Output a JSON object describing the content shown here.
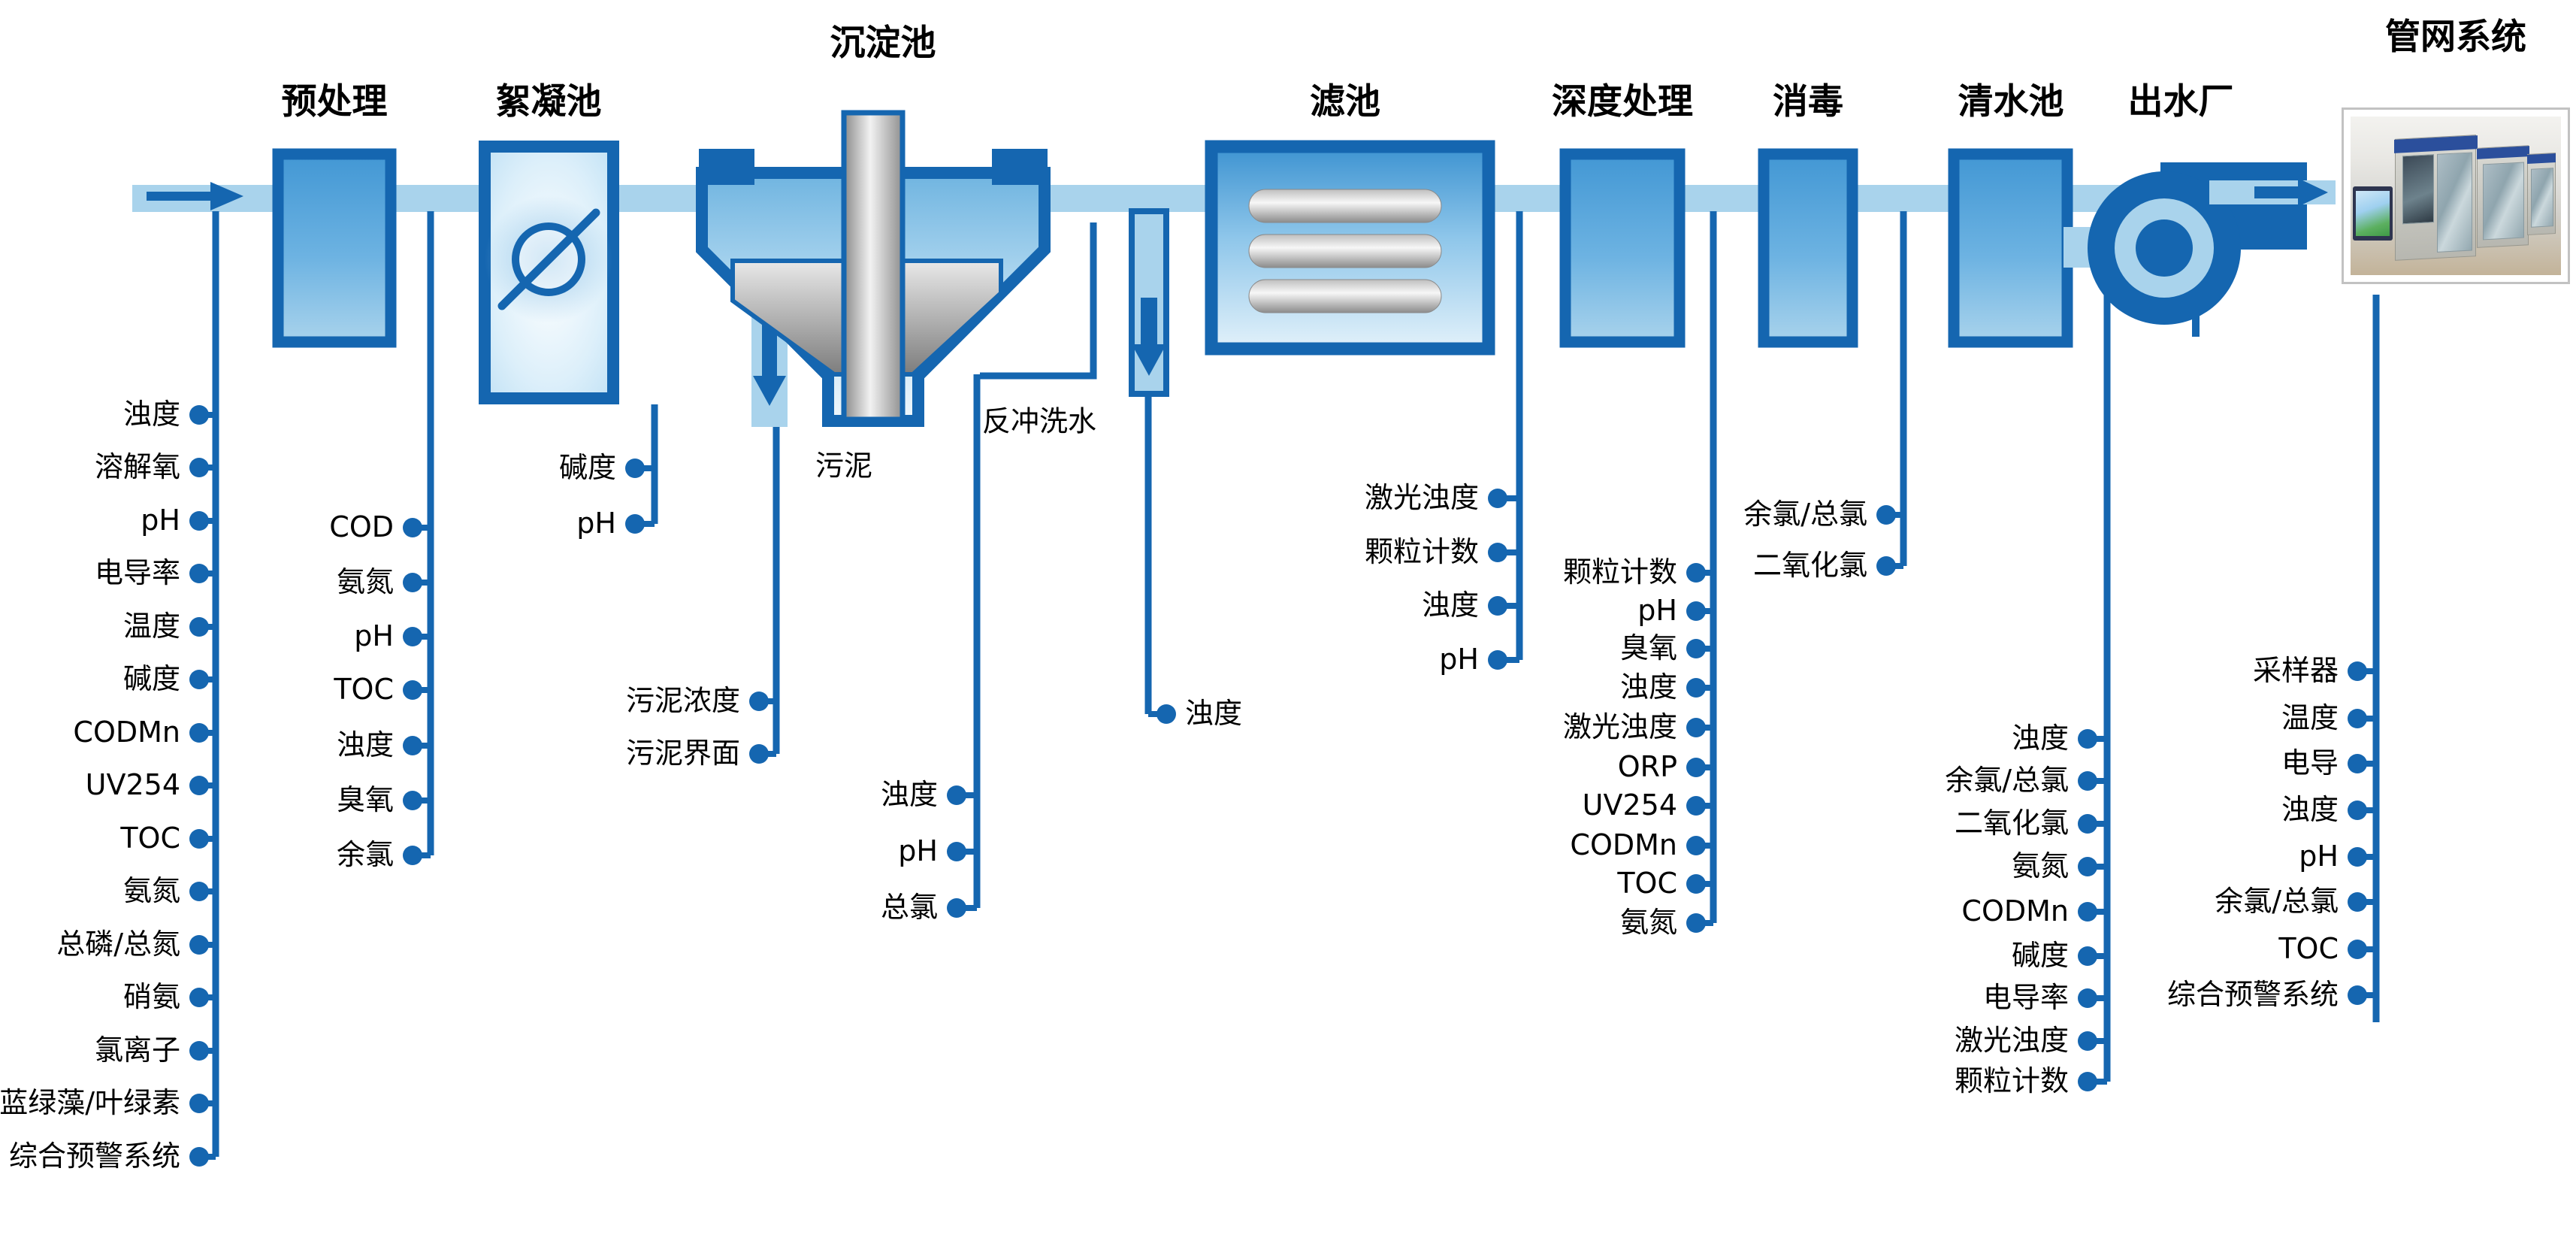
{
  "stages": [
    {
      "label": "预处理"
    },
    {
      "label": "絮凝池"
    },
    {
      "label": "沉淀池"
    },
    {
      "label": "滤池"
    },
    {
      "label": "深度处理"
    },
    {
      "label": "消毒"
    },
    {
      "label": "清水池"
    },
    {
      "label": "出水厂"
    },
    {
      "label": "管网系统"
    }
  ],
  "annotations": {
    "sludge": "污泥",
    "backwash_water": "反冲洗水"
  },
  "monitoring": {
    "raw_water": {
      "params": [
        "浊度",
        "溶解氧",
        "pH",
        "电导率",
        "温度",
        "碱度",
        "CODMn",
        "UV254",
        "TOC",
        "氨氮",
        "总磷/总氮",
        "硝氨",
        "氯离子",
        "蓝绿藻/叶绿素",
        "综合预警系统"
      ]
    },
    "after_pretreatment": {
      "params": [
        "COD",
        "氨氮",
        "pH",
        "TOC",
        "浊度",
        "臭氧",
        "余氯"
      ]
    },
    "flocculation": {
      "params": [
        "碱度",
        "pH"
      ]
    },
    "sludge_line": {
      "params": [
        "污泥浓度",
        "污泥界面"
      ]
    },
    "sedimentation_effluent": {
      "params": [
        "浊度",
        "pH",
        "总氯"
      ]
    },
    "filter_backwash": {
      "params": [
        "浊度"
      ]
    },
    "filter": {
      "params": [
        "激光浊度",
        "颗粒计数",
        "浊度",
        "pH"
      ]
    },
    "advanced_treatment": {
      "params": [
        "颗粒计数",
        "pH",
        "臭氧",
        "浊度",
        "激光浊度",
        "ORP",
        "UV254",
        "CODMn",
        "TOC",
        "氨氮"
      ]
    },
    "disinfection": {
      "params": [
        "余氯/总氯",
        "二氧化氯"
      ]
    },
    "clear_water": {
      "params": [
        "浊度",
        "余氯/总氯",
        "二氧化氯",
        "氨氮",
        "CODMn",
        "碱度",
        "电导率",
        "激光浊度",
        "颗粒计数"
      ]
    },
    "pipe_network": {
      "params": [
        "采样器",
        "温度",
        "电导",
        "浊度",
        "pH",
        "余氯/总氯",
        "TOC",
        "综合预警系统"
      ]
    }
  },
  "colors": {
    "dark_blue": "#1566b0",
    "mid_blue": "#4da0d9",
    "light_blue": "#a9d3ec",
    "gray": "#9a9a9a"
  }
}
